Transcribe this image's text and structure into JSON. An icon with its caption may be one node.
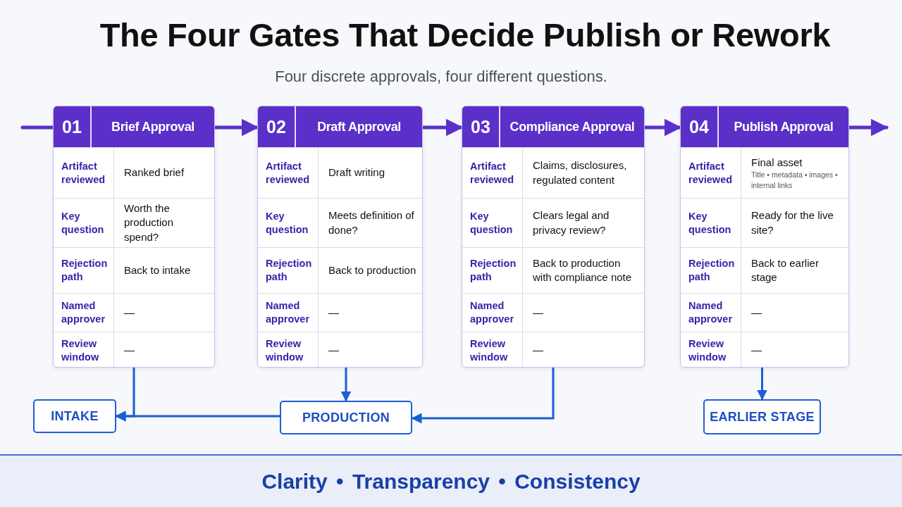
{
  "diagram": {
    "title": "The Four Gates That Decide Publish or Rework",
    "nodes": [
      {
        "text": [
          "01",
          "Brief Approval",
          "Artifact reviewed",
          "Ranked brief",
          "Key question",
          "Worth the production spend?",
          "Rejection path",
          "Back to intake",
          "Named approver",
          "—",
          "Review window",
          "—"
        ]
      },
      {
        "text": [
          "02",
          "Draft Approval",
          "Artifact reviewed",
          "Draft writing",
          "Key question",
          "Meets definition of done?",
          "Rejection path",
          "Back to production",
          "Named approver",
          "—",
          "Review window",
          "—"
        ]
      },
      {
        "text": [
          "03",
          "Compliance Approval",
          "Artifact reviewed",
          "Claims, disclosures, regulated content",
          "Key question",
          "Clears legal and privacy review?",
          "Rejection path",
          "Back to production with compliance note",
          "Named approver",
          "—",
          "Review window",
          "—"
        ]
      },
      {
        "text": [
          "04",
          "Publish Approval",
          "Artifact reviewed",
          "Final asset",
          "Title • metadata • images • internal links",
          "Key question",
          "Ready for the live site?",
          "Rejection path",
          "Back to earlier stage",
          "Named approver",
          "—",
          "Review window",
          "—"
        ]
      },
      {
        "text": [
          "INTAKE"
        ]
      },
      {
        "text": [
          "PRODUCTION"
        ]
      },
      {
        "text": [
          "EARLIER STAGE"
        ]
      },
      {
        "text": [
          "Clarity • Transparency • Consistency"
        ]
      }
    ],
    "edges": [
      {
        "from": null,
        "to": 0,
        "arrow": "none"
      },
      {
        "from": 0,
        "to": 1,
        "arrow": "to"
      },
      {
        "from": 1,
        "to": 2,
        "arrow": "to"
      },
      {
        "from": 2,
        "to": 3,
        "arrow": "to"
      },
      {
        "from": 3,
        "to": null,
        "arrow": "to"
      },
      {
        "from": 0,
        "to": 4,
        "arrow": "to",
        "color": "#1a5fd6"
      },
      {
        "from": 1,
        "to": 5,
        "arrow": "to",
        "color": "#1a5fd6"
      },
      {
        "from": 2,
        "to": 5,
        "arrow": "to",
        "color": "#1a5fd6"
      },
      {
        "from": 5,
        "to": 4,
        "arrow": "to",
        "color": "#1a5fd6"
      },
      {
        "from": 3,
        "to": 6,
        "arrow": "to",
        "color": "#1a5fd6"
      }
    ],
    "labels": [
      "Four discrete approvals, four different questions."
    ]
  }
}
